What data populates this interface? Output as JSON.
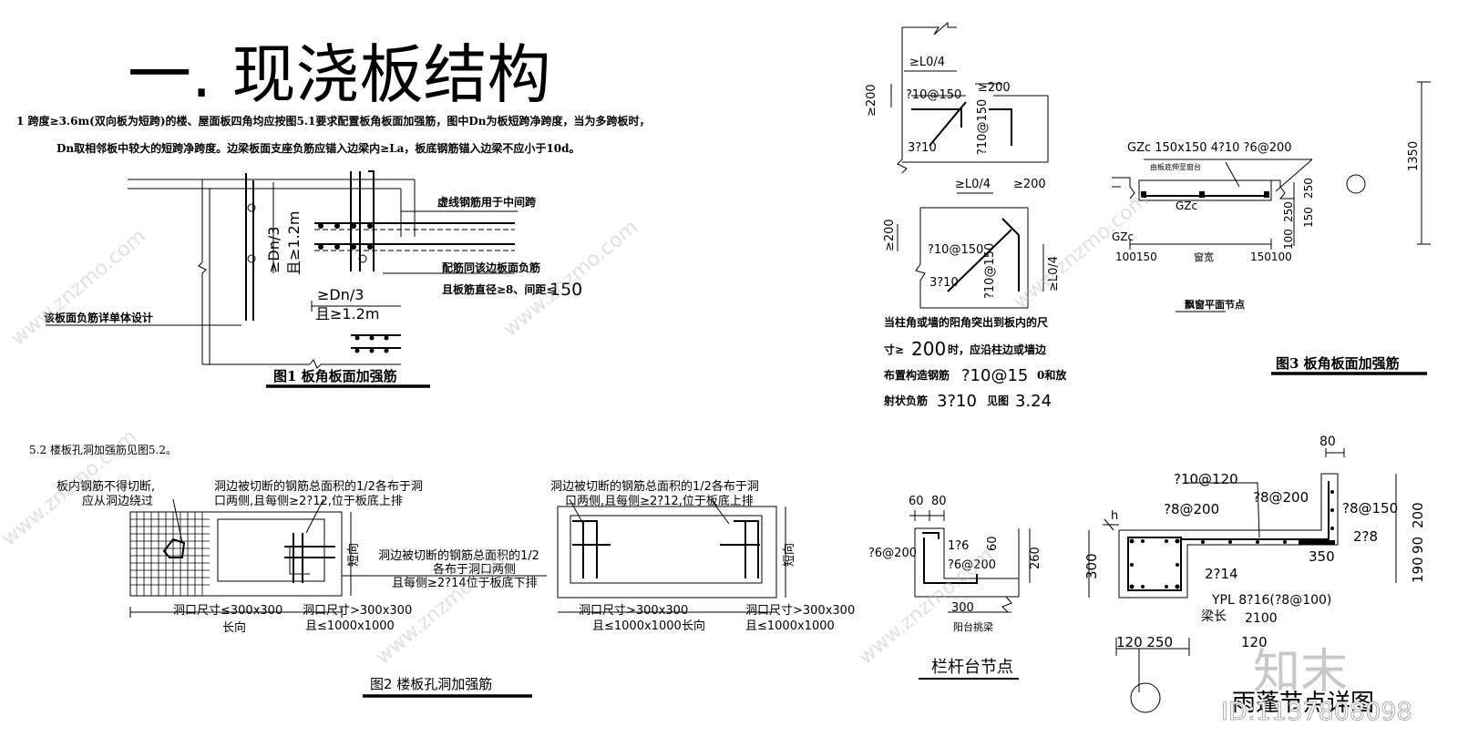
{
  "title": "一.  现浇板结构",
  "para1": {
    "line1": "1   跨度≥3.6m(双向板为短跨)的楼、屋面板四角均应按图5.1要求配置板角板面加强筋，图中Dn为板短跨净跨度，当为多跨板时，",
    "line2": "Dn取相邻板中较大的短跨净跨度。边梁板面支座负筋应锚入边梁内≥La，板底钢筋锚入边梁不应小于10d。"
  },
  "fig1": {
    "caption": "图1  板角板面加强筋",
    "note_top": "虚线钢筋用于中间跨",
    "note_mid1": "配筋同该边板面负筋",
    "note_mid2": "且板筋直径≥8、间距≤",
    "note_mid2_val": "150",
    "note_left": "该板面负筋详单体设计",
    "dim_v1": "≥Dn/3",
    "dim_v2": "且≥1.2m",
    "dim_h1": "≥Dn/3",
    "dim_h2": "且≥1.2m"
  },
  "fig_corner": {
    "d1": "≥L0/4",
    "d2": "≥200",
    "d3": "≥200",
    "d4": "?10@150",
    "d5": "?10@150",
    "d6": "3?10",
    "d7": "≥L0/4",
    "d8": "≥200",
    "d9": "≥200",
    "d10": "?10@150",
    "d11": "?10@150",
    "d12": "3?10",
    "d13": "≥L0/4",
    "note1": "当柱角或墙的阳角突出到板内的尺",
    "note2a": "寸≥",
    "note2b": "200",
    "note2c": "时，应沿柱边或墙边",
    "note3a": "布置构造钢筋",
    "note3b": "?10@15",
    "note3c": "0和放",
    "note4a": "射状负筋",
    "note4b": "3?10",
    "note4c": "见图",
    "note4d": "3.24"
  },
  "fig3": {
    "label": "GZc 150x150 4?10 ?6@200",
    "small_note": "由板底伸至窗台",
    "gzc1": "GZc",
    "gzc2": "GZc",
    "dims_left": "100150",
    "dims_mid": "窗宽",
    "dims_right": "150100",
    "d_250": "250",
    "d_250b": "250",
    "d_150": "150",
    "d_100": "100",
    "sub_caption": "飘窗平面节点",
    "dim_1350": "1350",
    "caption": "图3  板角板面加强筋"
  },
  "sec52": {
    "heading": "5.2   楼板孔洞加强筋见图5.2。"
  },
  "fig2": {
    "note_a1": "板内钢筋不得切断,",
    "note_a2": "应从洞边绕过",
    "note_b1": "洞边被切断的钢筋总面积的1/2各布于洞",
    "note_b2": "口两侧,且每侧≥2?12,位于板底上排",
    "note_c1": "洞边被切断的钢筋总面积的1/2",
    "note_c2": "各布于洞口两侧",
    "note_c3": "且每侧≥2?14位于板底下排",
    "note_d1": "洞边被切断的钢筋总面积的1/2各布于洞",
    "note_d2": "口两侧,且每侧≥2?12,位于板底上排",
    "dim_1": "洞口尺寸≤300x300",
    "dim_2": "洞口尺寸>300x300",
    "dim_2b": "且≤1000x1000",
    "dim_3": "洞口尺寸>300x300",
    "dim_3b": "且≤1000x1000",
    "dim_4": "洞口尺寸>300x300",
    "dim_4b": "且≤1000x1000",
    "long": "长向",
    "long2": "长向",
    "short": "短向",
    "short2": "短向",
    "caption": "图2  楼板孔洞加强筋"
  },
  "fig_balcony": {
    "d60": "60",
    "d80": "80",
    "r1": "?6@200",
    "r2": "1?6",
    "r3": "?6@200",
    "d260": "260",
    "d300": "300",
    "beam": "阳台挑梁",
    "caption": "栏杆台节点"
  },
  "fig_canopy": {
    "r1": "?10@120",
    "r2": "?8@200",
    "r3": "?8@200",
    "r4": "?8@150",
    "r5": "2?8",
    "r6": "2?14",
    "d80": "80",
    "d350": "350",
    "d300": "300",
    "d200": "200",
    "d90": "90",
    "d190": "190",
    "h": "h",
    "ypl": "YPL  8?16(?8@100)",
    "beam_len": "梁长",
    "beam_len_val": "2100",
    "dims_bl": "120 250",
    "dims_bl2": "120",
    "caption": "雨蓬节点详图"
  },
  "watermark": {
    "logo": "知末",
    "id": "ID:1137808098",
    "site": "www.znzmo.com"
  }
}
